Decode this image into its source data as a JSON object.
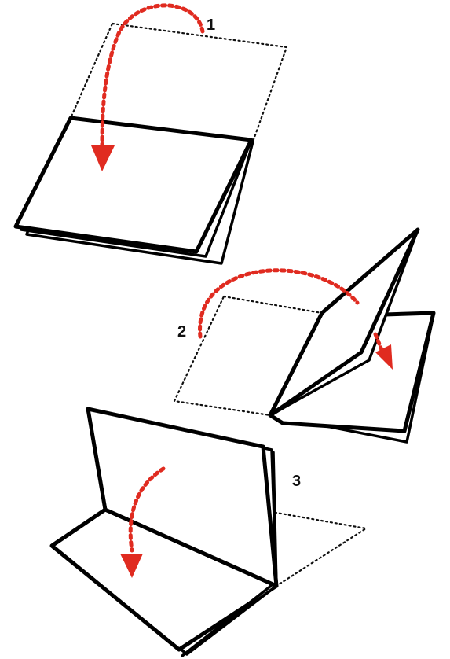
{
  "steps": [
    {
      "label": "1"
    },
    {
      "label": "2"
    },
    {
      "label": "3"
    }
  ],
  "colors": {
    "arrow": "#e02b20",
    "outline": "#000000",
    "fold_guide": "#111111",
    "background": "#ffffff"
  },
  "icons": [
    "fold-arrow-icon"
  ]
}
